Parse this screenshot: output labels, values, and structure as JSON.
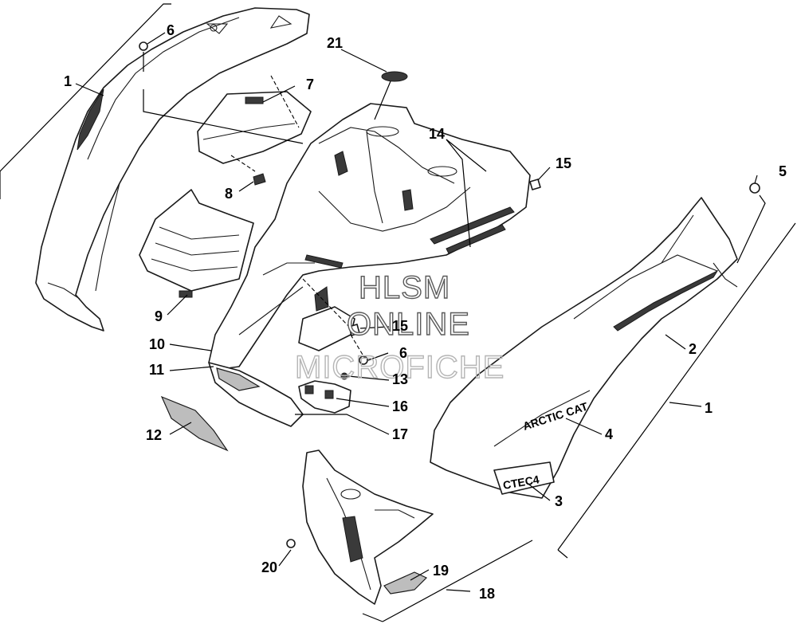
{
  "callouts": [
    {
      "id": "c1a",
      "text": "1"
    },
    {
      "id": "c6a",
      "text": "6"
    },
    {
      "id": "c21",
      "text": "21"
    },
    {
      "id": "c7",
      "text": "7"
    },
    {
      "id": "c14",
      "text": "14"
    },
    {
      "id": "c15a",
      "text": "15"
    },
    {
      "id": "c5",
      "text": "5"
    },
    {
      "id": "c8",
      "text": "8"
    },
    {
      "id": "c9",
      "text": "9"
    },
    {
      "id": "c15b",
      "text": "15"
    },
    {
      "id": "c10",
      "text": "10"
    },
    {
      "id": "c6b",
      "text": "6"
    },
    {
      "id": "c2",
      "text": "2"
    },
    {
      "id": "c11",
      "text": "11"
    },
    {
      "id": "c13",
      "text": "13"
    },
    {
      "id": "c16",
      "text": "16"
    },
    {
      "id": "c1b",
      "text": "1"
    },
    {
      "id": "c12",
      "text": "12"
    },
    {
      "id": "c17",
      "text": "17"
    },
    {
      "id": "c4",
      "text": "4"
    },
    {
      "id": "c3",
      "text": "3"
    },
    {
      "id": "c20",
      "text": "20"
    },
    {
      "id": "c19",
      "text": "19"
    },
    {
      "id": "c18",
      "text": "18"
    }
  ],
  "decals": {
    "arctic_cat": "ARCTIC CAT",
    "ctec4": "CTEC4"
  },
  "watermark": {
    "line1": "HLSM",
    "line2": "ONLINE",
    "line3": "MICROFICHE"
  }
}
